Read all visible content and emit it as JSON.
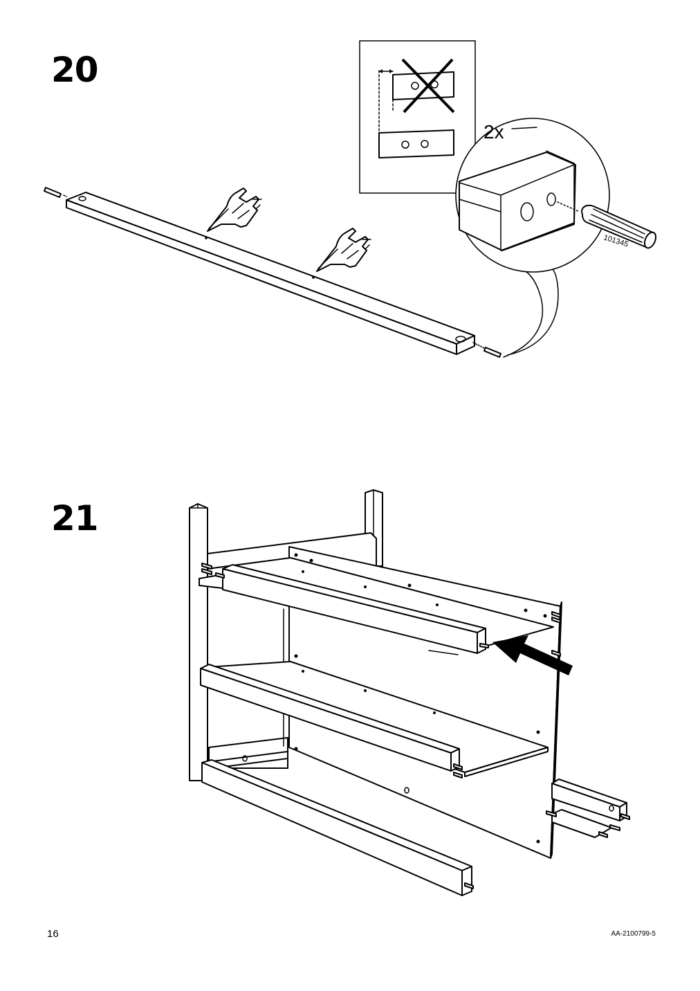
{
  "steps": [
    {
      "number": "20",
      "callout_quantity": "2x",
      "part_number": "101345"
    },
    {
      "number": "21"
    }
  ],
  "footer": {
    "page_number": "16",
    "document_code": "AA-2100799-5"
  }
}
